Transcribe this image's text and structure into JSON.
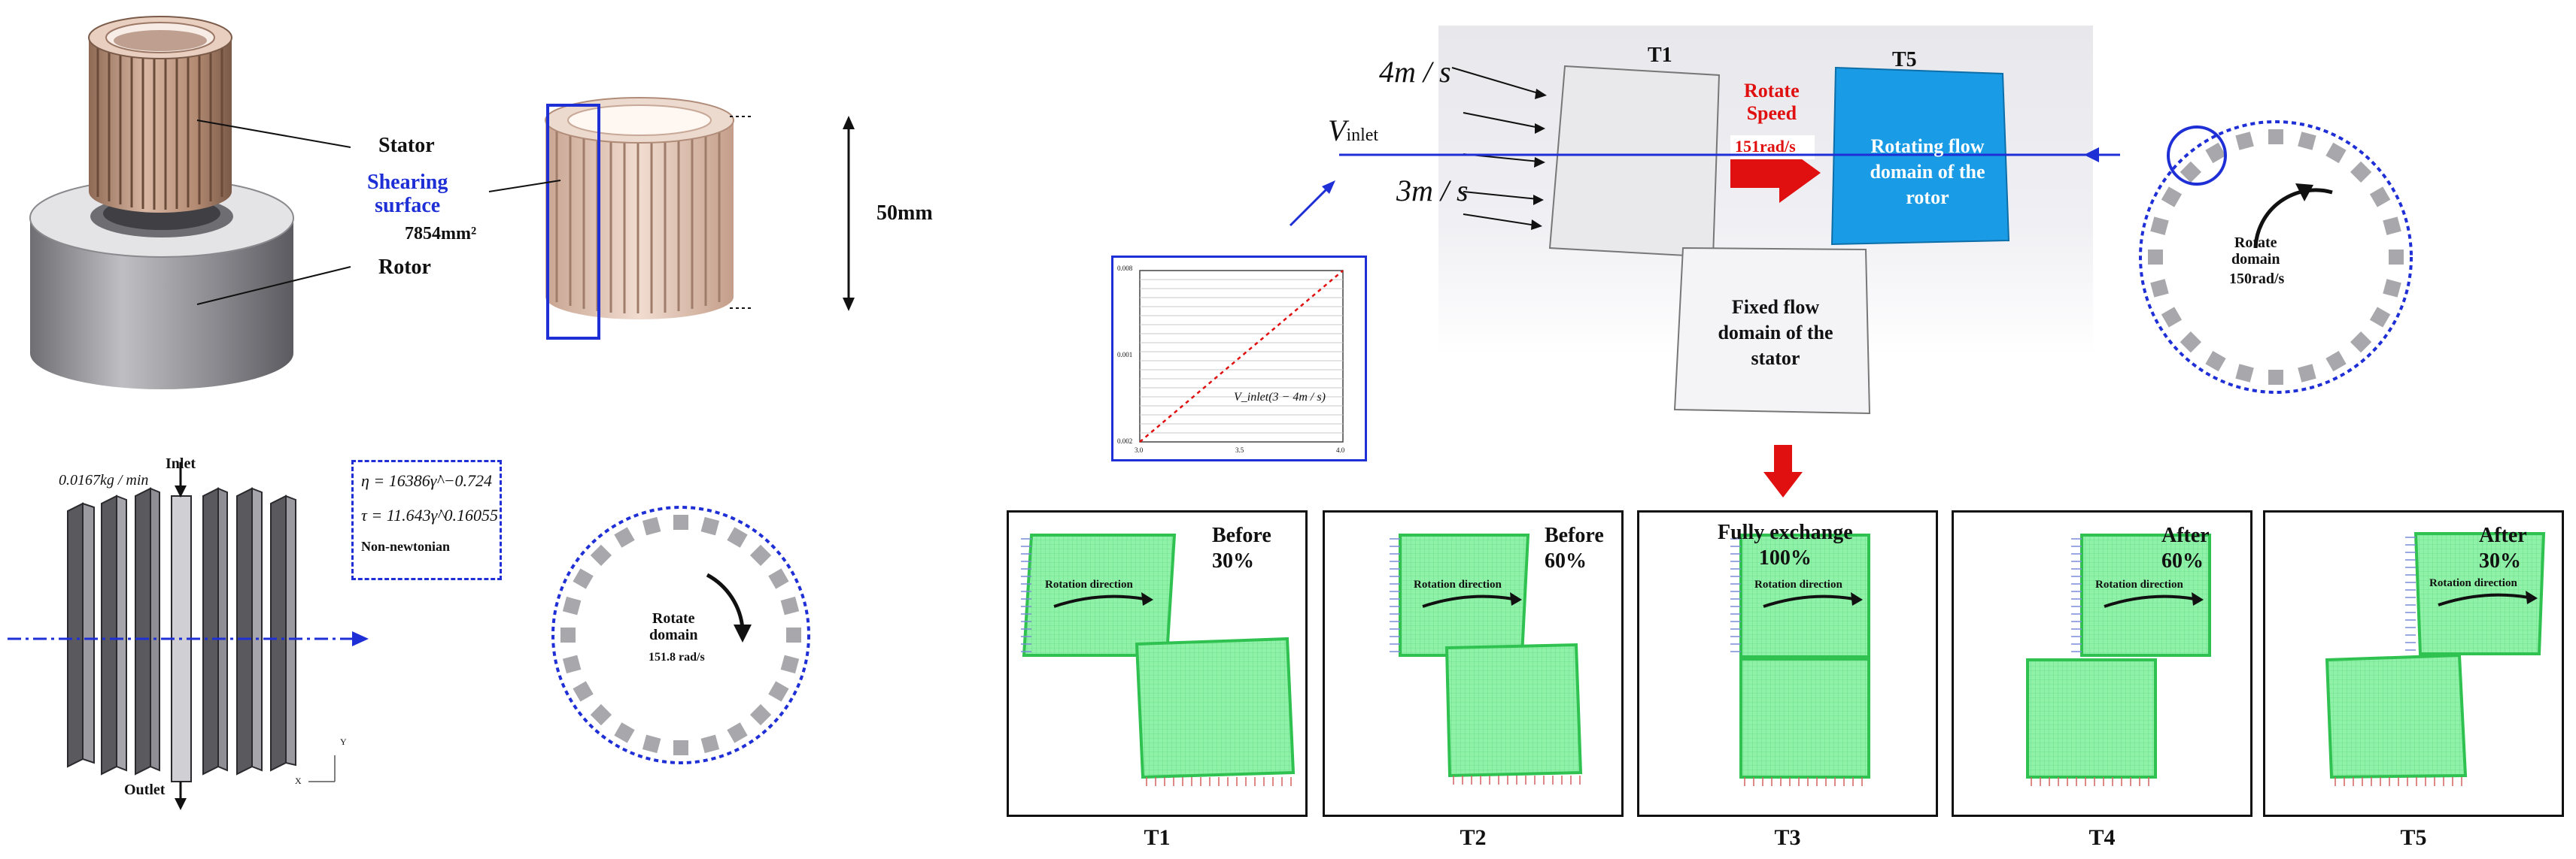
{
  "top_left": {
    "stator_label": "Stator",
    "rotor_label": "Rotor",
    "shearing_label": "Shearing\nsurface",
    "area_label": "7854mm²",
    "height_label": "50mm"
  },
  "bottom_left": {
    "inlet_label": "Inlet",
    "outlet_label": "Outlet",
    "flow_rate": "0.0167kg / min",
    "eq_eta": "η = 16386γ̇^−0.724",
    "eq_tau": "τ = 11.643γ̇^0.16055",
    "fluid_type": "Non-newtonian",
    "axis_y": "Y",
    "axis_x": "X",
    "rotate_label": "Rotate\ndomain",
    "rotate_speed": "151.8 rad/s"
  },
  "inlet_plot": {
    "v_label": "V",
    "v_sub": "inlet",
    "series_label": "V_inlet(3 − 4m / s)",
    "y_ticks": [
      "0.008",
      "0.001",
      "0.002"
    ],
    "x_ticks": [
      "3.0",
      "3.5",
      "4.0"
    ]
  },
  "top_right": {
    "speed_high": "4m / s",
    "speed_low": "3m / s",
    "t1_label": "T1",
    "t5_label": "T5",
    "rotate_speed_title": "Rotate\nSpeed",
    "rotate_speed_value": "151rad/s",
    "rotating_domain": "Rotating flow\ndomain of the\nrotor",
    "fixed_domain": "Fixed flow\ndomain of the\nstator",
    "rotate_label": "Rotate\ndomain",
    "rotate_speed": "150rad/s"
  },
  "sequence": {
    "rotation_direction": "Rotation direction",
    "panels": [
      {
        "title": "Before\n30%",
        "label": "T1"
      },
      {
        "title": "Before\n60%",
        "label": "T2"
      },
      {
        "title": "Fully exchange\n100%",
        "label": "T3"
      },
      {
        "title": "After\n60%",
        "label": "T4"
      },
      {
        "title": "After\n30%",
        "label": "T5"
      }
    ]
  },
  "colors": {
    "blue_accent": "#1f2fd6",
    "red_accent": "#e01010",
    "rotor_blue": "#1a9be6",
    "mesh_green": "#8ff2a8"
  }
}
